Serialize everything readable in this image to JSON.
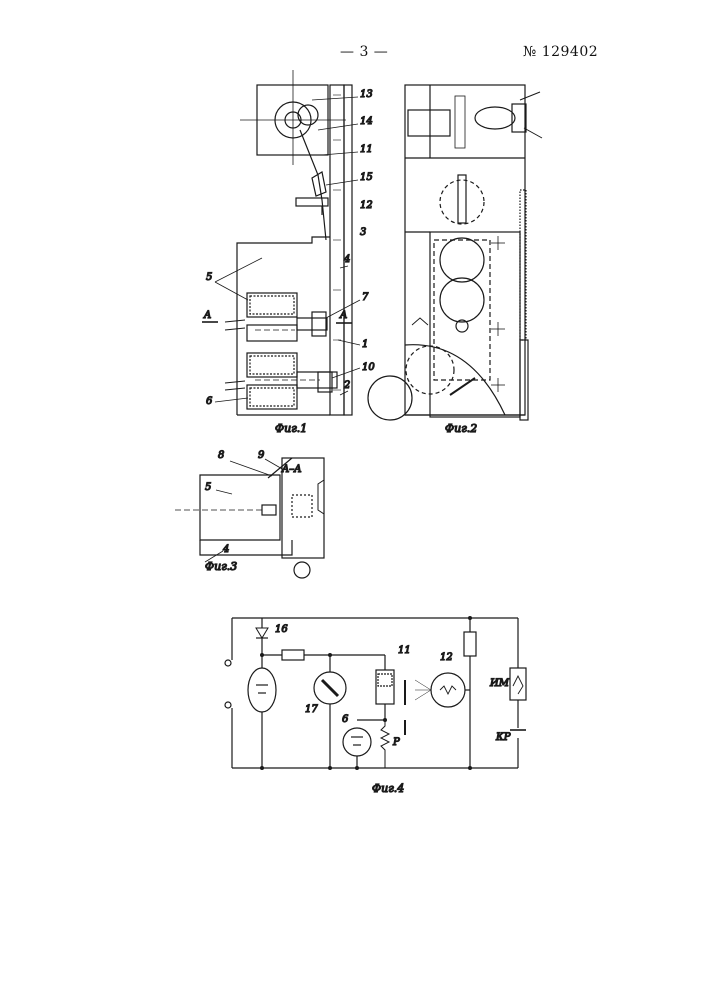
{
  "header": {
    "page_number": "— 3 —",
    "patent_number": "№ 129402"
  },
  "figures": {
    "fig1": {
      "caption": "Фиг.1",
      "section_label": "A",
      "callouts": [
        "13",
        "14",
        "11",
        "15",
        "12",
        "3",
        "4",
        "5",
        "7",
        "1",
        "10",
        "6",
        "2"
      ]
    },
    "fig2": {
      "caption": "Фиг.2"
    },
    "fig3": {
      "caption": "Фиг.3",
      "section_title": "A–A",
      "callouts": [
        "8",
        "9",
        "5",
        "4"
      ]
    },
    "fig4": {
      "caption": "Фиг.4",
      "callouts": [
        "16",
        "11",
        "12",
        "17",
        "6",
        "P",
        "ИМ",
        "КР"
      ]
    }
  }
}
